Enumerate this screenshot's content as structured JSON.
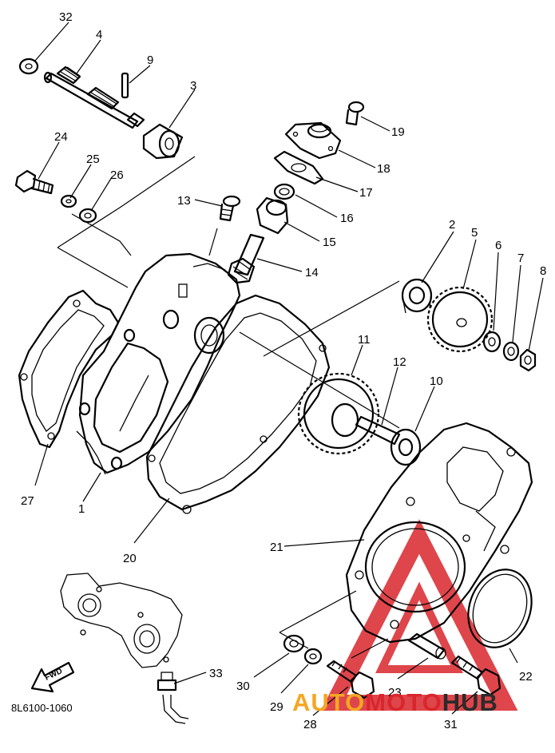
{
  "drawing_code": "8L6100-1060",
  "direction_tag": "FWD",
  "watermark": {
    "part1": "AUTO",
    "part2": "MOTO",
    "part3": "HUB",
    "color_orange": "#f5a623",
    "color_red": "#d9262c",
    "color_dark": "#2b2b2b"
  },
  "callouts": {
    "n1": "1",
    "n2": "2",
    "n3": "3",
    "n4": "4",
    "n5": "5",
    "n6": "6",
    "n7": "7",
    "n8": "8",
    "n9": "9",
    "n10": "10",
    "n11": "11",
    "n12": "12",
    "n13": "13",
    "n14": "14",
    "n15": "15",
    "n16": "16",
    "n17": "17",
    "n18": "18",
    "n19": "19",
    "n20": "20",
    "n21": "21",
    "n22": "22",
    "n23": "23",
    "n24": "24",
    "n25": "25",
    "n26": "26",
    "n27": "27",
    "n28": "28",
    "n29": "29",
    "n30": "30",
    "n31": "31",
    "n32": "32",
    "n33": "33"
  }
}
